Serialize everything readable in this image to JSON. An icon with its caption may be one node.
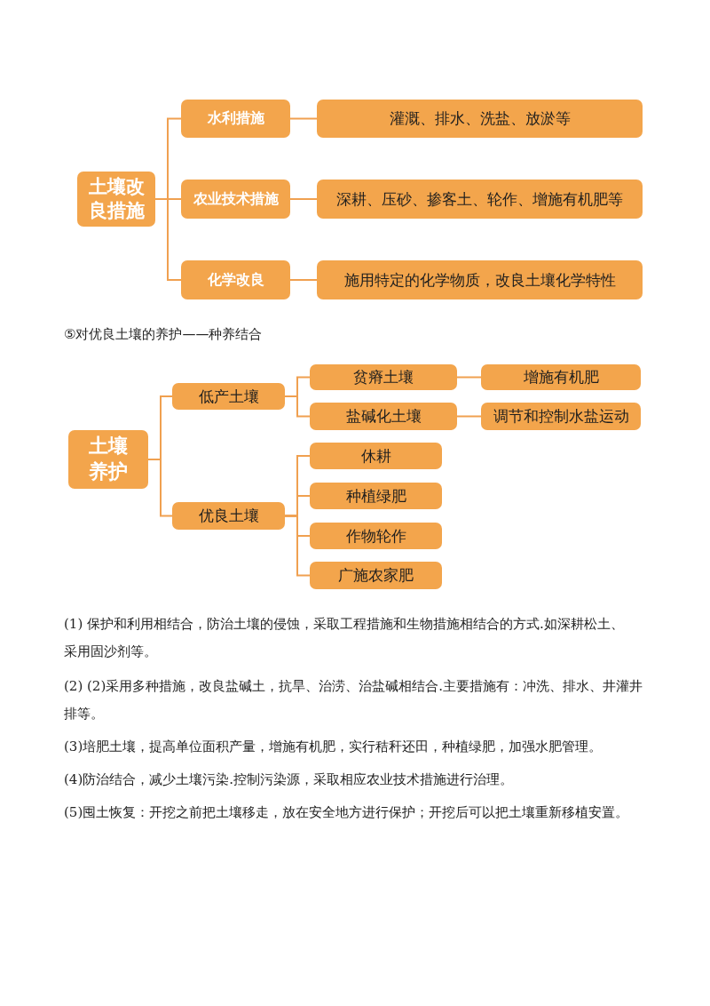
{
  "diagram": {
    "nodes": [
      {
        "text": [
          "土壤改良措施"
        ]
      },
      {
        "text": [
          "水利措施"
        ]
      },
      {
        "text": [
          "灌溉、排水、洗盐、放淤等"
        ]
      },
      {
        "text": [
          "农业技术措施"
        ]
      },
      {
        "text": [
          "深耕、压砂、掺客土、轮作、增施有机肥等"
        ]
      },
      {
        "text": [
          "化学改良"
        ]
      },
      {
        "text": [
          "施用特定的化学物质，改良土壤化学特性"
        ]
      },
      {
        "text": [
          "土壤养护"
        ]
      },
      {
        "text": [
          "低产土壤"
        ]
      },
      {
        "text": [
          "贫瘠土壤"
        ]
      },
      {
        "text": [
          "增施有机肥"
        ]
      },
      {
        "text": [
          "盐碱化土壤"
        ]
      },
      {
        "text": [
          "调节和控制水盐运动"
        ]
      },
      {
        "text": [
          "优良土壤"
        ]
      },
      {
        "text": [
          "休耕"
        ]
      },
      {
        "text": [
          "种植绿肥"
        ]
      },
      {
        "text": [
          "作物轮作"
        ]
      },
      {
        "text": [
          "广施农家肥"
        ]
      }
    ],
    "edges": [
      {
        "from": 0,
        "to": 1,
        "arrow": "none"
      },
      {
        "from": 0,
        "to": 3,
        "arrow": "none"
      },
      {
        "from": 0,
        "to": 5,
        "arrow": "none"
      },
      {
        "from": 1,
        "to": 2,
        "arrow": "none"
      },
      {
        "from": 3,
        "to": 4,
        "arrow": "none"
      },
      {
        "from": 5,
        "to": 6,
        "arrow": "none"
      },
      {
        "from": 7,
        "to": 8,
        "arrow": "none"
      },
      {
        "from": 7,
        "to": 13,
        "arrow": "none"
      },
      {
        "from": 8,
        "to": 9,
        "arrow": "none"
      },
      {
        "from": 8,
        "to": 11,
        "arrow": "none"
      },
      {
        "from": 9,
        "to": 10,
        "arrow": "none"
      },
      {
        "from": 11,
        "to": 12,
        "arrow": "none"
      },
      {
        "from": 13,
        "to": 14,
        "arrow": "none"
      },
      {
        "from": 13,
        "to": 15,
        "arrow": "none"
      },
      {
        "from": 13,
        "to": 16,
        "arrow": "none"
      },
      {
        "from": 13,
        "to": 17,
        "arrow": "none"
      }
    ],
    "labels": [
      "⑤对优良土壤的养护——种养结合",
      "(1) 保护和利用相结合，防治土壤的侵蚀，采取工程措施和生物措施相结合的方式.如深耕松土、采用固沙剂等。",
      "(2) (2)采用多种措施，改良盐碱土，抗旱、治涝、治盐碱相结合.主要措施有：冲洗、排水、井灌井排等。",
      "(3)培肥土壤，提高单位面积产量，增施有机肥，实行秸秆还田，种植绿肥，加强水肥管理。",
      "(4)防治结合，减少土壤污染.控制污染源，采取相应农业技术措施进行治理。",
      "(5)囤土恢复：开挖之前把土壤移走，放在安全地方进行保护；开挖后可以把土壤重新移植安置。"
    ]
  }
}
